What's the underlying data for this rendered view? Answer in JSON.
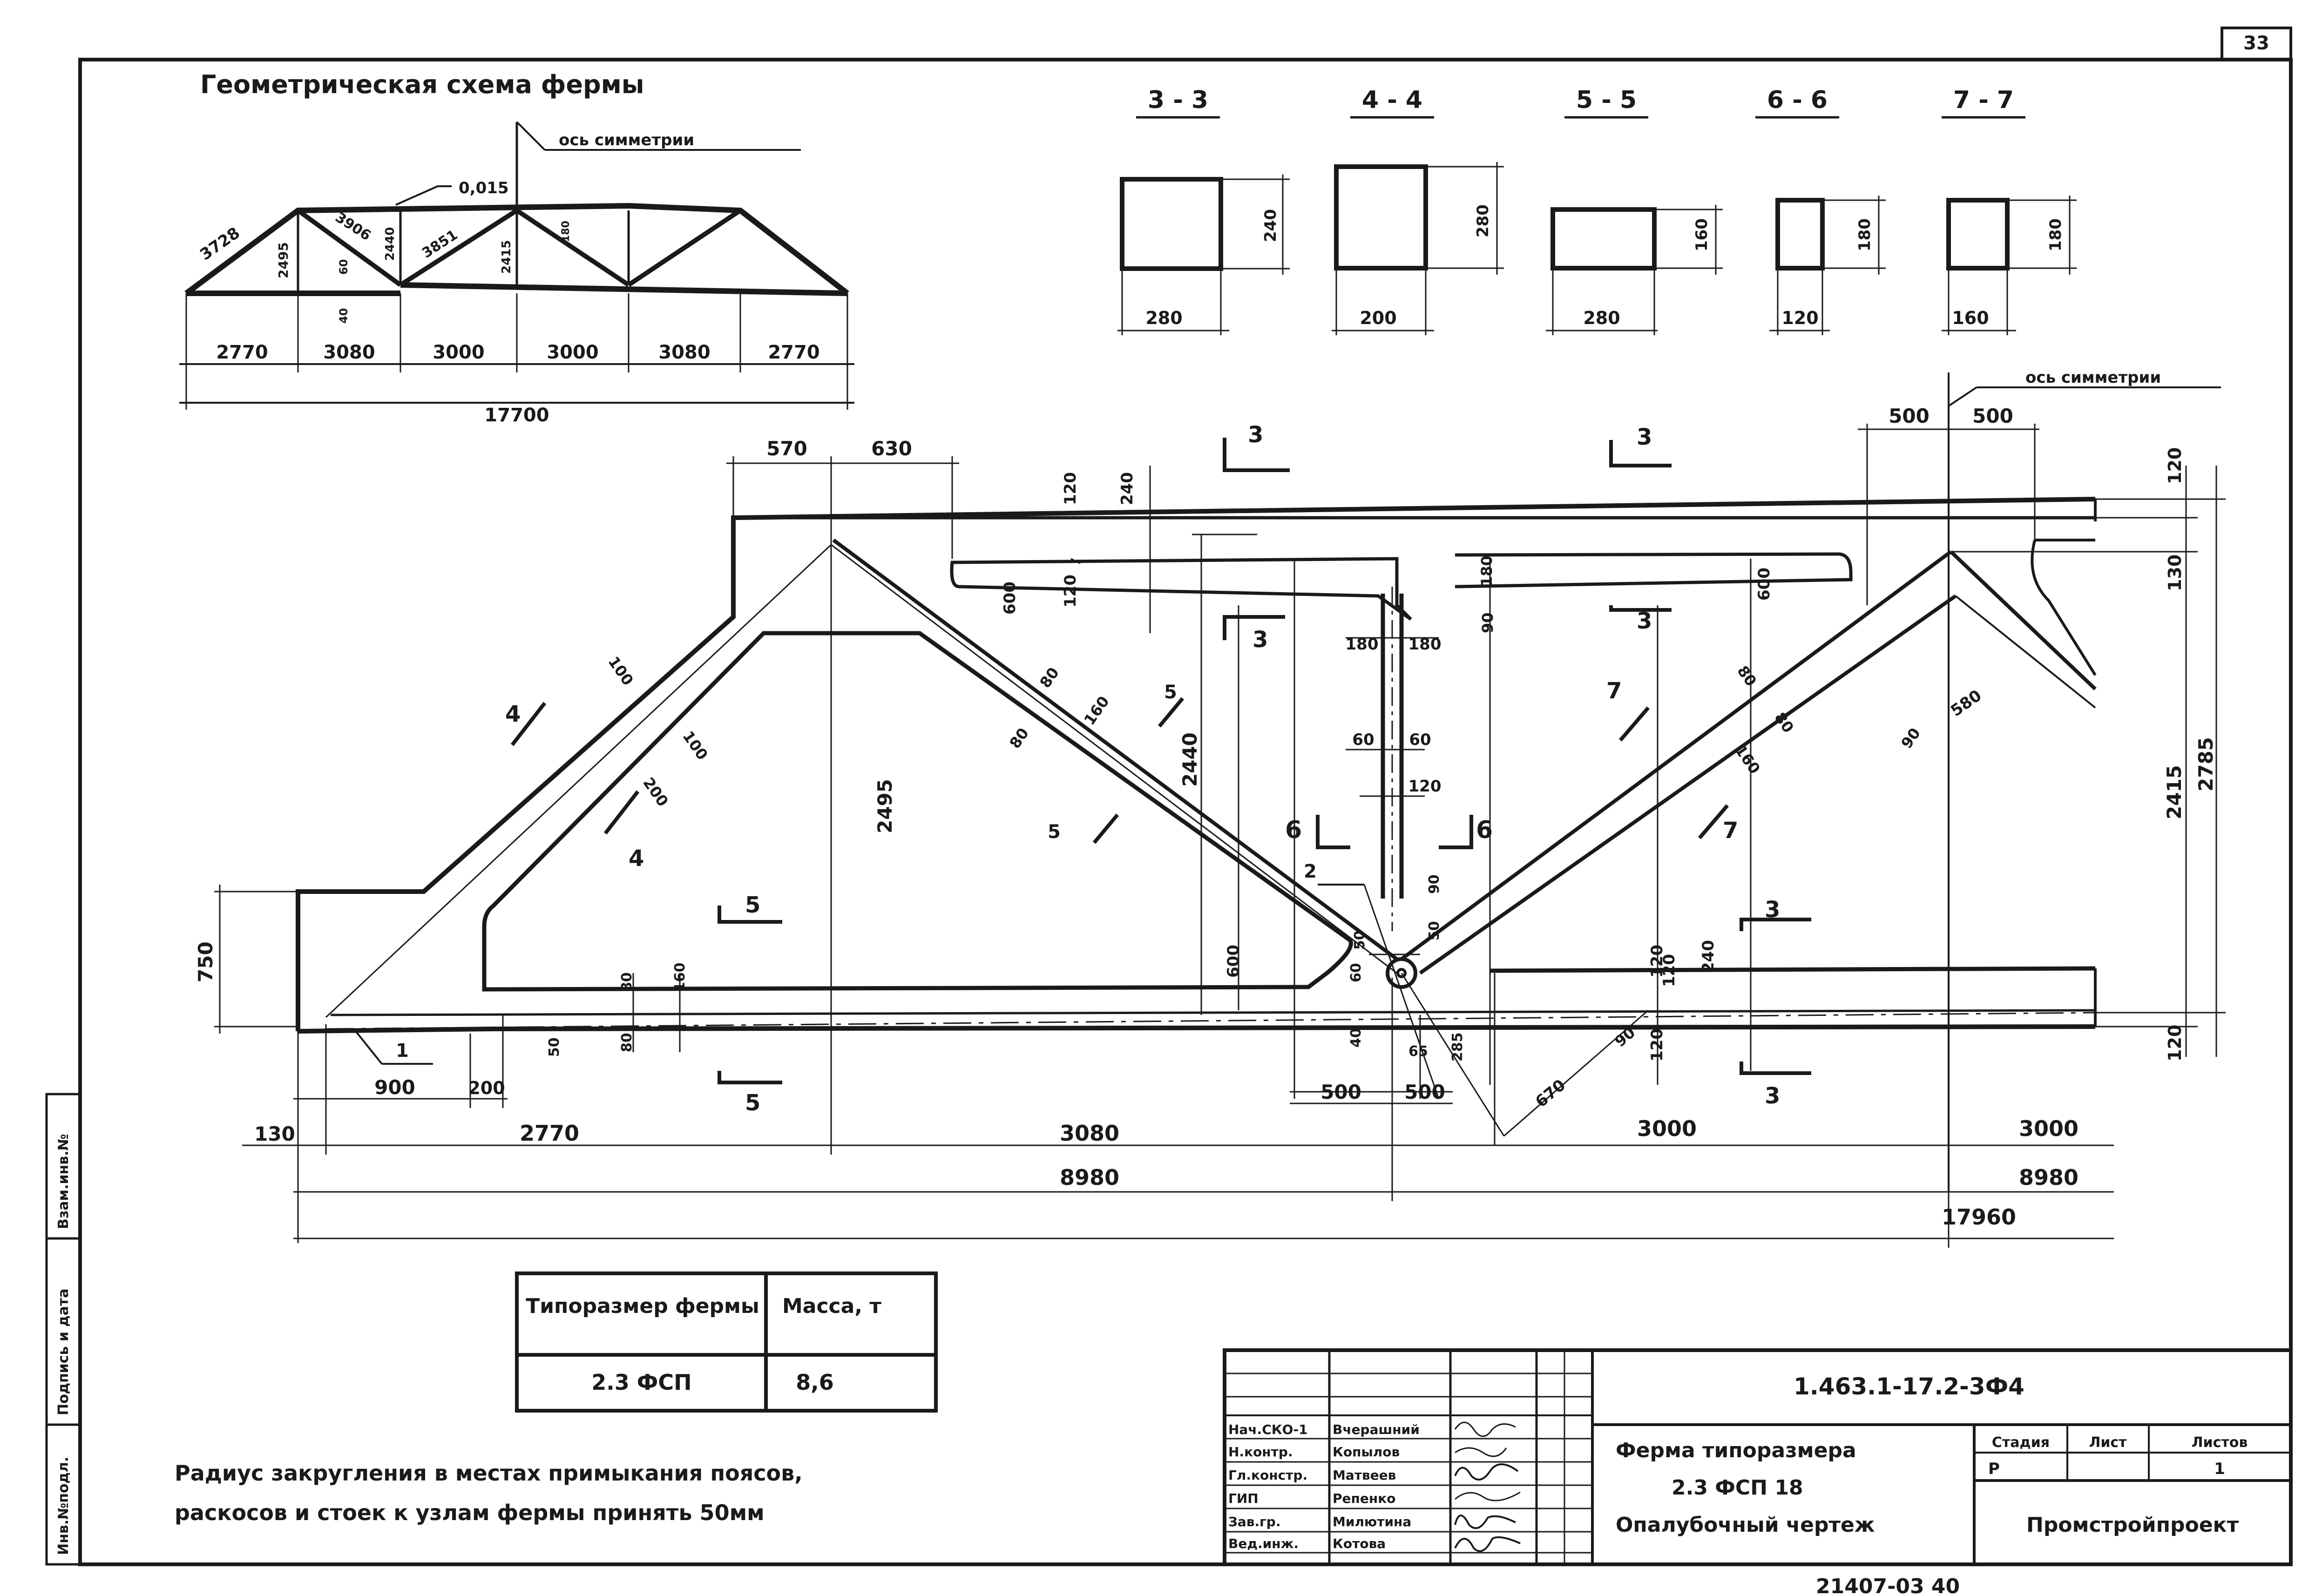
{
  "page_corner": "33",
  "title": "Геометрическая схема фермы",
  "axis_label": "ось симметрии",
  "scheme": {
    "slope": "0,015",
    "diagonals": [
      "3728",
      "3906",
      "3851"
    ],
    "heights": [
      "2495",
      "2440",
      "2415",
      "60",
      "40",
      "180"
    ],
    "spans": [
      "2770",
      "3080",
      "3000",
      "3000",
      "3080",
      "2770"
    ],
    "total": "17700"
  },
  "sections": [
    {
      "label": "3 - 3",
      "width": "280",
      "height": "240"
    },
    {
      "label": "4 - 4",
      "width": "200",
      "height": "280"
    },
    {
      "label": "5 - 5",
      "width": "280",
      "height": "160"
    },
    {
      "label": "6 - 6",
      "width": "120",
      "height": "180"
    },
    {
      "label": "7 - 7",
      "width": "160",
      "height": "180"
    }
  ],
  "main": {
    "dims_top": [
      "570",
      "630",
      "500",
      "500"
    ],
    "dims_small": [
      "120",
      "240",
      "600",
      "120",
      "180",
      "90",
      "180",
      "180",
      "60",
      "60",
      "120",
      "600",
      "120",
      "130",
      "80",
      "80",
      "160",
      "580",
      "90",
      "100",
      "100",
      "200",
      "80",
      "80",
      "160",
      "2495",
      "2440",
      "2415",
      "2785",
      "750",
      "600",
      "60",
      "40",
      "50",
      "285",
      "65",
      "670",
      "90",
      "90",
      "50",
      "80",
      "160",
      "80",
      "50",
      "120",
      "240",
      "120",
      "120",
      "120"
    ],
    "section_marks": [
      "3",
      "3",
      "3",
      "3",
      "3",
      "3",
      "4",
      "4",
      "5",
      "5",
      "5",
      "5",
      "6",
      "6",
      "7",
      "7"
    ],
    "callouts": [
      "1",
      "2"
    ],
    "bottom": {
      "row1": [
        "130",
        "900",
        "200",
        "500",
        "500"
      ],
      "row2": [
        "2770",
        "3080",
        "3000",
        "3000"
      ],
      "row3": [
        "8980",
        "8980"
      ],
      "row4": "17960"
    }
  },
  "mass_table": {
    "headers": [
      "Типоразмер фермы",
      "Масса, т"
    ],
    "rows": [
      [
        "2.3 ФСП",
        "8,6"
      ]
    ]
  },
  "note": [
    "Радиус закругления в местах примыкания поясов,",
    "раскосов и стоек к узлам фермы принять 50мм"
  ],
  "title_block": {
    "code": "1.463.1-17.2-3Ф4",
    "name": [
      "Ферма типоразмера",
      "2.3 ФСП 18",
      "Опалубочный чертеж"
    ],
    "roles": [
      {
        "role": "Нач.СКО-1",
        "person": "Вчерашний"
      },
      {
        "role": "Н.контр.",
        "person": "Копылов"
      },
      {
        "role": "Гл.констр.",
        "person": "Матвеев"
      },
      {
        "role": "ГИП",
        "person": "Репенко"
      },
      {
        "role": "Зав.гр.",
        "person": "Милютина"
      },
      {
        "role": "Вед.инж.",
        "person": "Котова"
      }
    ],
    "stage_headers": [
      "Стадия",
      "Лист",
      "Листов"
    ],
    "stage_values": [
      "Р",
      "",
      "1"
    ],
    "org": "Промстройпроект"
  },
  "side_stamp": [
    "Инв.№подл.",
    "Подпись и дата",
    "Взам.инв.№"
  ],
  "bottom_number": "21407-03 40"
}
